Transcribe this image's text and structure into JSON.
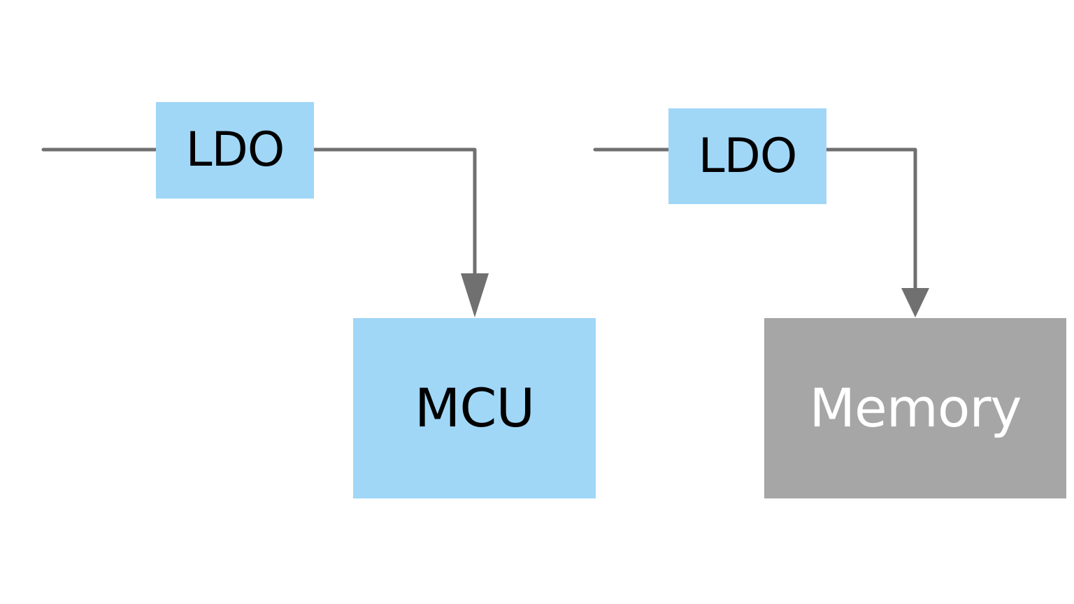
{
  "colors": {
    "background": "#ffffff",
    "wire": "#707070",
    "blue_block": "#a0d7f7",
    "gray_block": "#a6a6a6",
    "dark_text": "#000000",
    "light_text": "#ffffff"
  },
  "blocks": {
    "ldo_left": {
      "label": "LDO",
      "fill": "#a0d7f7",
      "text_color": "#000000"
    },
    "ldo_right": {
      "label": "LDO",
      "fill": "#a0d7f7",
      "text_color": "#000000"
    },
    "mcu": {
      "label": "MCU",
      "fill": "#a0d7f7",
      "text_color": "#000000"
    },
    "memory": {
      "label": "Memory",
      "fill": "#a6a6a6",
      "text_color": "#ffffff"
    }
  },
  "connections": [
    {
      "from": "input-left",
      "to": "ldo_left",
      "arrow": false
    },
    {
      "from": "ldo_left",
      "to": "mcu",
      "arrow": true
    },
    {
      "from": "input-right",
      "to": "ldo_right",
      "arrow": false
    },
    {
      "from": "ldo_right",
      "to": "memory",
      "arrow": true
    }
  ]
}
